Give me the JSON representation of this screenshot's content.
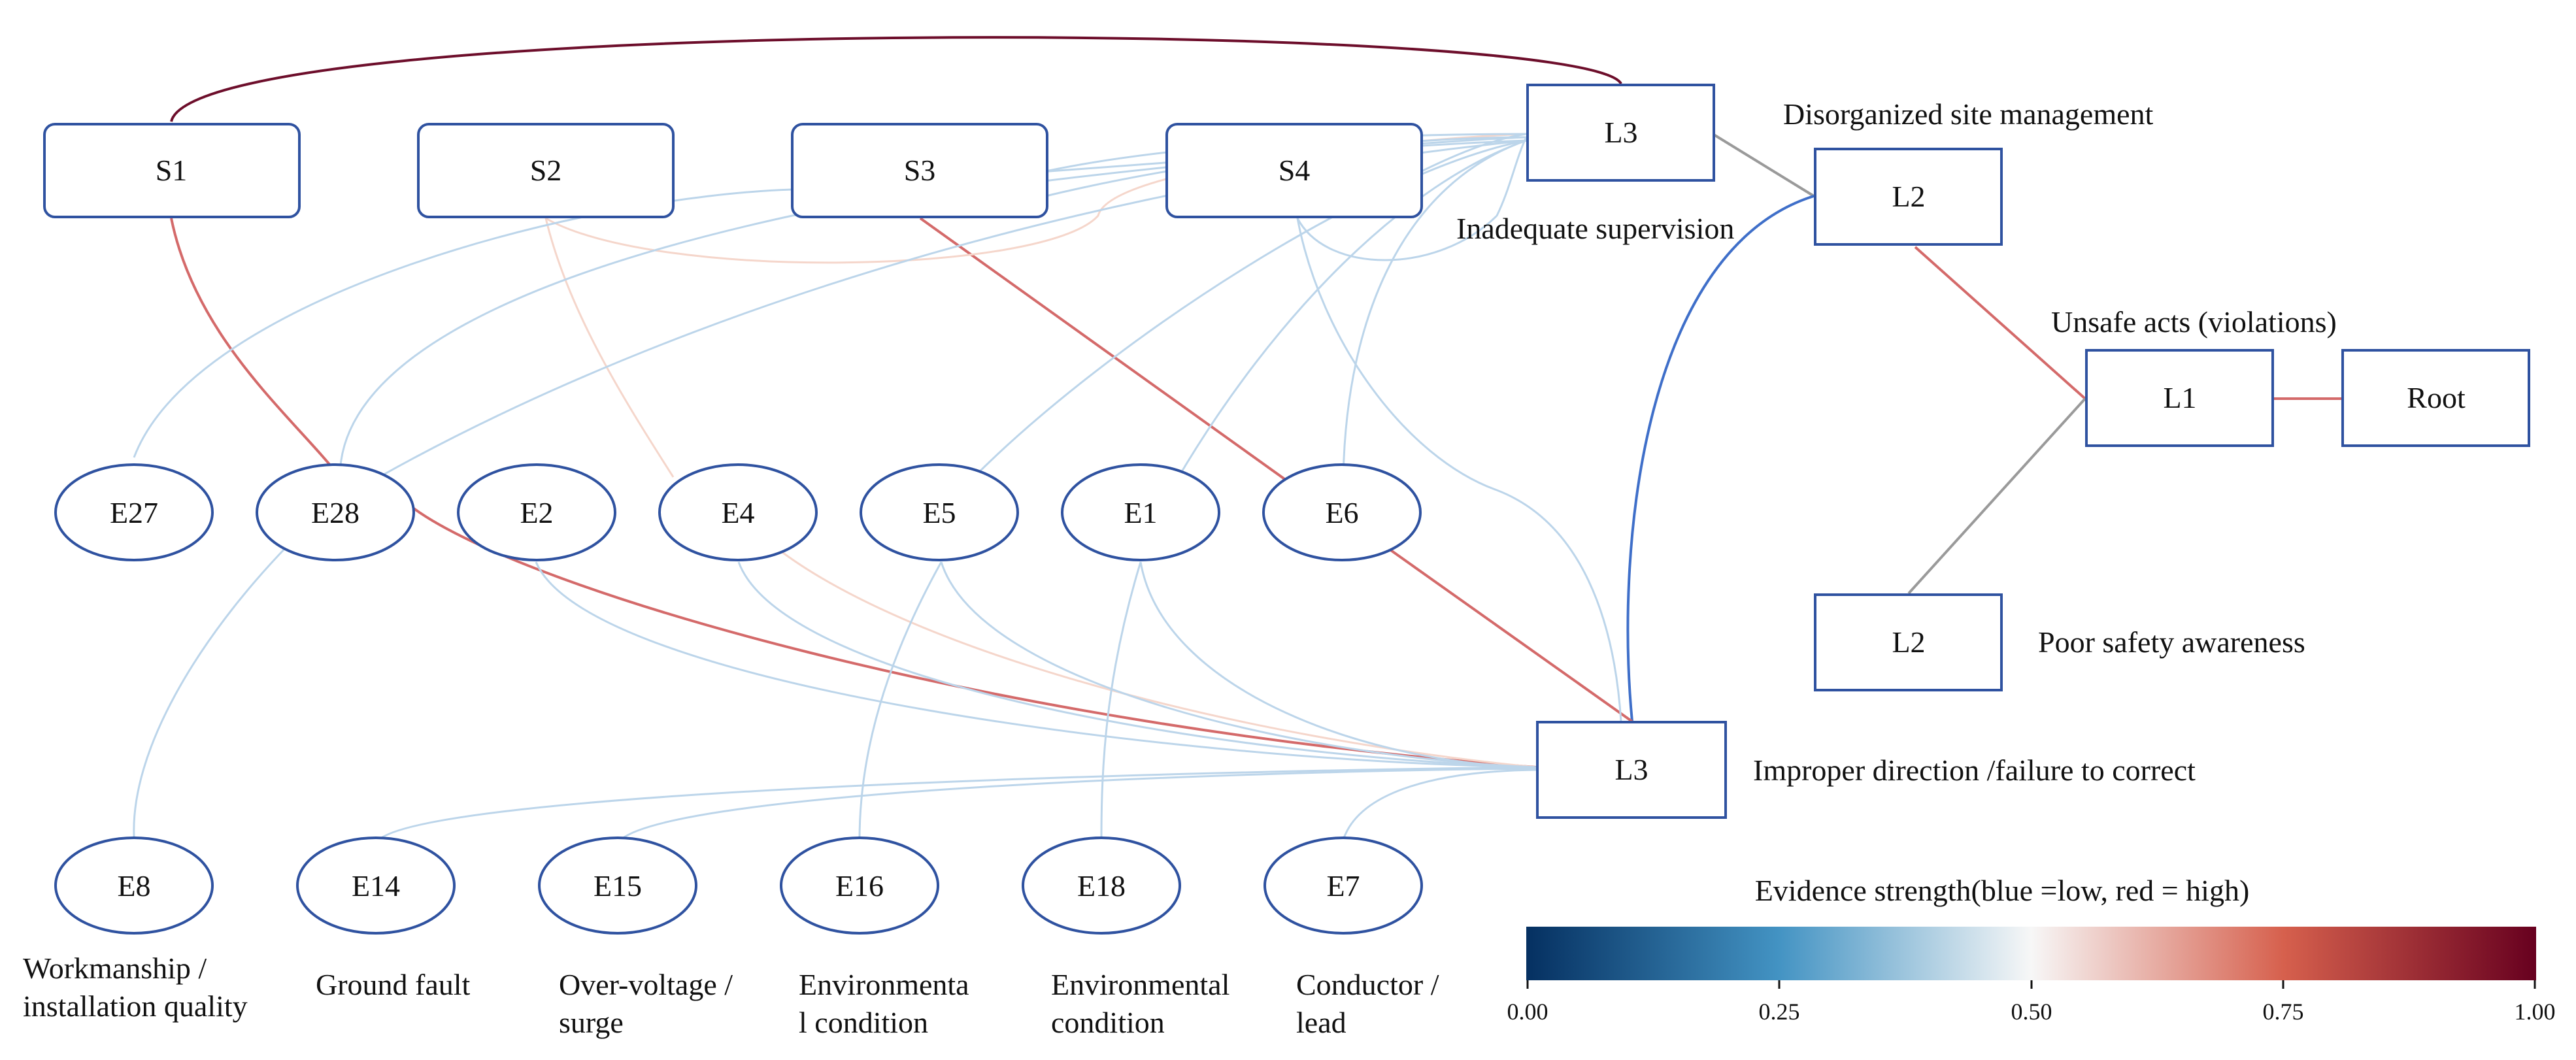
{
  "colors": {
    "node_stroke": "#2f52a0",
    "high": "#6d0e2b",
    "strong": "#d46a6a",
    "light_red": "#f5d6cb",
    "neutral": "#9a9a9a",
    "strong_blue": "#3f6fc9",
    "light_blue": "#bcd5ea"
  },
  "nodes": {
    "S1": "S1",
    "S2": "S2",
    "S3": "S3",
    "S4": "S4",
    "L3_top": "L3",
    "L2_top": "L2",
    "L1": "L1",
    "Root": "Root",
    "L2_bottom": "L2",
    "L3_bottom": "L3",
    "E27": "E27",
    "E28": "E28",
    "E2": "E2",
    "E4": "E4",
    "E5": "E5",
    "E1": "E1",
    "E6": "E6",
    "E8": "E8",
    "E14": "E14",
    "E15": "E15",
    "E16": "E16",
    "E18": "E18",
    "E7": "E7"
  },
  "labels": {
    "disorganized": "Disorganized site management",
    "inadequate": "Inadequate supervision",
    "unsafe": "Unsafe acts (violations)",
    "poor_awareness": "Poor safety awareness",
    "improper": "Improper direction /failure to correct",
    "e8_line1": "Workmanship /",
    "e8_line2": "installation quality",
    "e14": "Ground fault",
    "e15_line1": "Over-voltage /",
    "e15_line2": "surge",
    "e16_line1": "Environmenta",
    "e16_line2": "l condition",
    "e18_line1": "Environmental",
    "e18_line2": "condition",
    "e7_line1": "Conductor /",
    "e7_line2": "lead"
  },
  "colorbar": {
    "title": "Evidence strength(blue =low, red = high)",
    "ticks": [
      "0.00",
      "0.25",
      "0.50",
      "0.75",
      "1.00"
    ],
    "stops": [
      "#053061",
      "#4393c3",
      "#f7f7f7",
      "#d6604d",
      "#67001f"
    ]
  }
}
